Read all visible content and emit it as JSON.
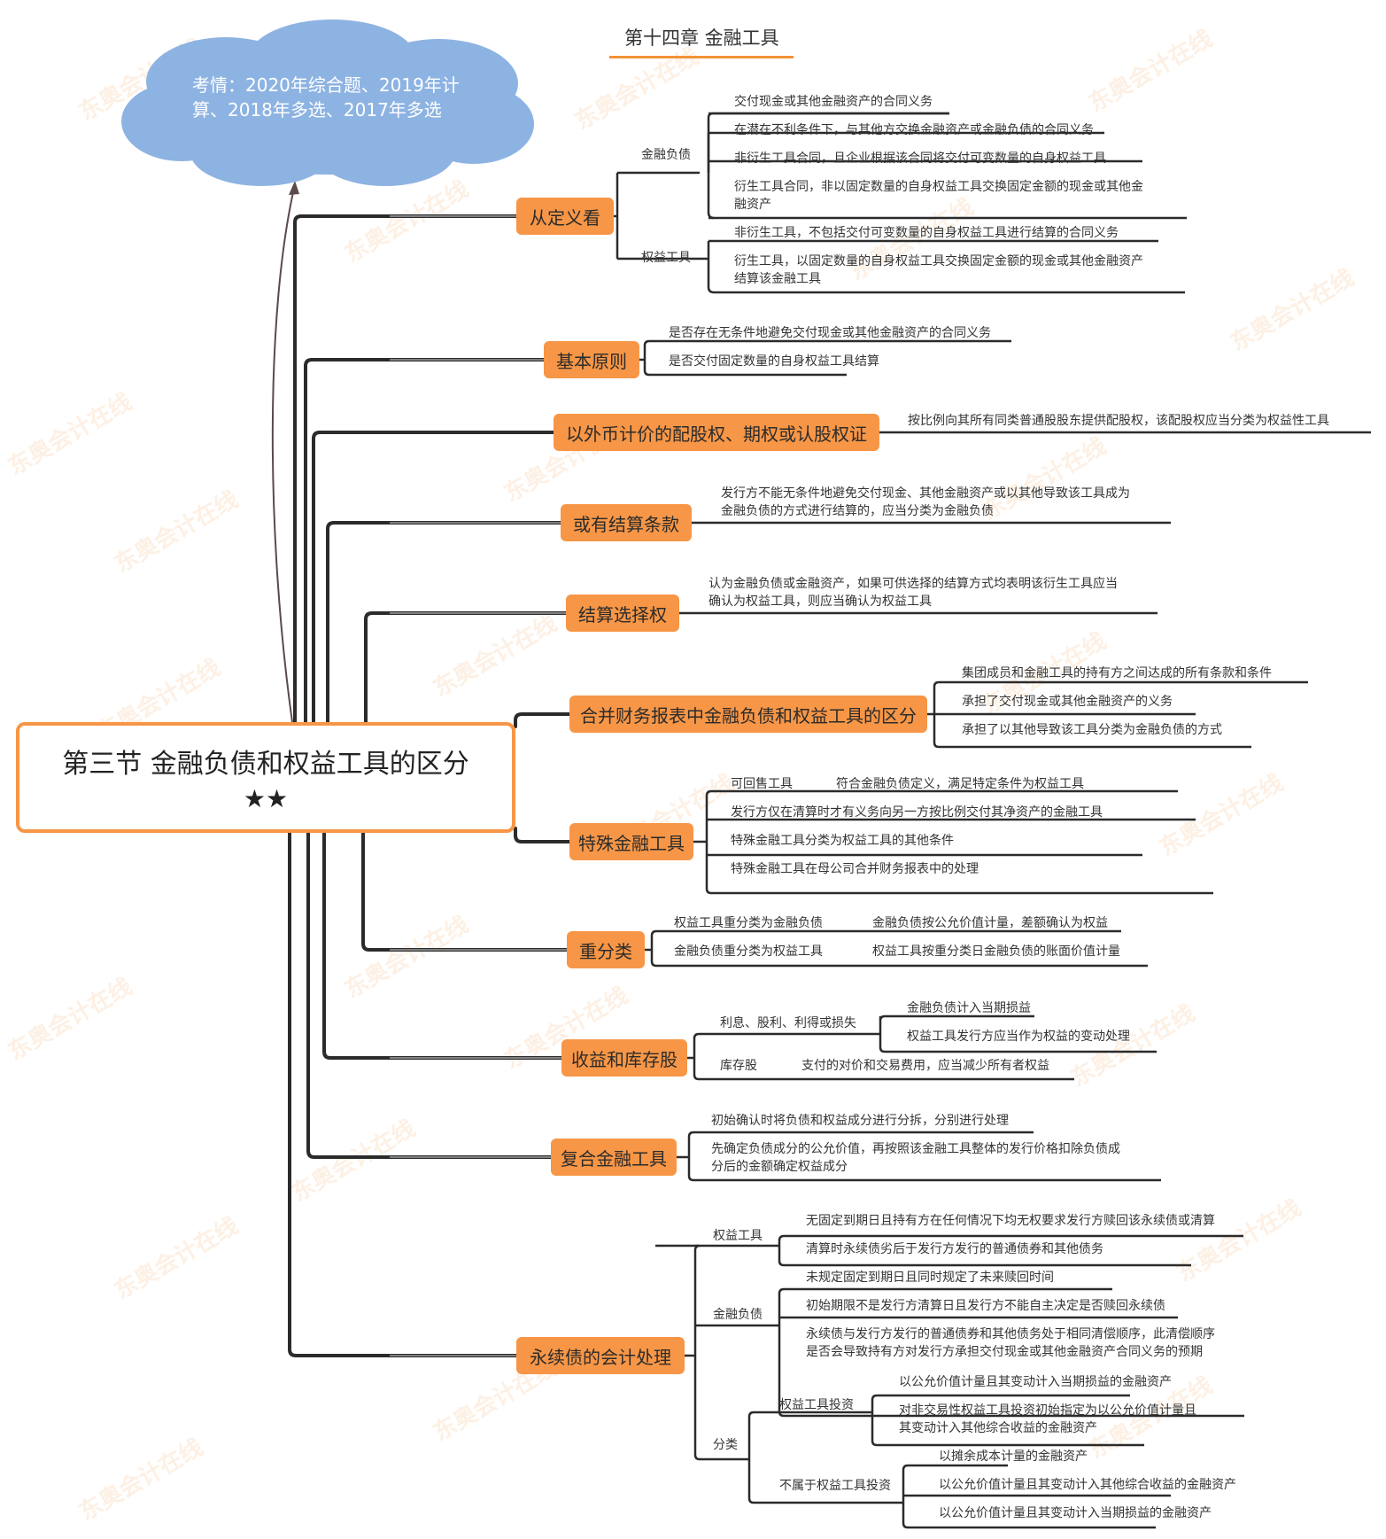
{
  "header": {
    "title": "第十四章 金融工具"
  },
  "exam_note": {
    "line1": "考情：2020年综合题、2019年计",
    "line2": "算、2018年多选、2017年多选",
    "cloud_color": "#8db3e2"
  },
  "root": {
    "title": "第三节 金融负债和权益工具的区分",
    "stars": "★★",
    "border_color": "#f79646"
  },
  "colors": {
    "node_fill": "#f79646",
    "line": "#2b2b2b",
    "connector_gray": "#808080",
    "cloud": "#8db3e2"
  },
  "branches": {
    "definition": {
      "label": "从定义看",
      "financial_liability": {
        "label": "金融负债",
        "items": [
          "交付现金或其他金融资产的合同义务",
          "在潜在不利条件下，与其他方交换金融资产或金融负债的合同义务",
          "非衍生工具合同，且企业根据该合同将交付可变数量的自身权益工具",
          "衍生工具合同，非以固定数量的自身权益工具交换固定金额的现金或其他金",
          "融资产"
        ]
      },
      "equity": {
        "label": "权益工具",
        "items": [
          "非衍生工具，不包括交付可变数量的自身权益工具进行结算的合同义务",
          "衍生工具，以固定数量的自身权益工具交换固定金额的现金或其他金融资产",
          "结算该金融工具"
        ]
      }
    },
    "principles": {
      "label": "基本原则",
      "items": [
        "是否存在无条件地避免交付现金或其他金融资产的合同义务",
        "是否交付固定数量的自身权益工具结算"
      ]
    },
    "foreign_currency": {
      "label": "以外币计价的配股权、期权或认股权证",
      "items": [
        "按比例向其所有同类普通股股东提供配股权，该配股权应当分类为权益性工具"
      ]
    },
    "contingent": {
      "label": "或有结算条款",
      "items": [
        "发行方不能无条件地避免交付现金、其他金融资产或以其他导致该工具成为",
        "金融负债的方式进行结算的，应当分类为金融负债"
      ]
    },
    "settlement_option": {
      "label": "结算选择权",
      "items": [
        "认为金融负债或金融资产，如果可供选择的结算方式均表明该衍生工具应当",
        "确认为权益工具，则应当确认为权益工具"
      ]
    },
    "consolidated": {
      "label": "合并财务报表中金融负债和权益工具的区分",
      "items": [
        "集团成员和金融工具的持有方之间达成的所有条款和条件",
        "承担了交付现金或其他金融资产的义务",
        "承担了以其他导致该工具分类为金融负债的方式"
      ]
    },
    "special": {
      "label": "特殊金融工具",
      "puttable": {
        "label": "可回售工具",
        "detail": "符合金融负债定义，满足特定条件为权益工具"
      },
      "items": [
        "发行方仅在清算时才有义务向另一方按比例交付其净资产的金融工具",
        "特殊金融工具分类为权益工具的其他条件",
        "特殊金融工具在母公司合并财务报表中的处理"
      ]
    },
    "reclassification": {
      "label": "重分类",
      "rows": [
        {
          "label": "权益工具重分类为金融负债",
          "detail": "金融负债按公允价值计量，差额确认为权益"
        },
        {
          "label": "金融负债重分类为权益工具",
          "detail": "权益工具按重分类日金融负债的账面价值计量"
        }
      ]
    },
    "income_treasury": {
      "label": "收益和库存股",
      "interest": {
        "label": "利息、股利、利得或损失",
        "items": [
          "金融负债计入当期损益",
          "权益工具发行方应当作为权益的变动处理"
        ]
      },
      "treasury": {
        "label": "库存股",
        "detail": "支付的对价和交易费用，应当减少所有者权益"
      }
    },
    "compound": {
      "label": "复合金融工具",
      "items": [
        "初始确认时将负债和权益成分进行分拆，分别进行处理",
        "先确定负债成分的公允价值，再按照该金融工具整体的发行价格扣除负债成",
        "分后的金额确定权益成分"
      ]
    },
    "perpetual": {
      "label": "永续债的会计处理",
      "equity": {
        "label": "权益工具",
        "items": [
          "无固定到期日且持有方在任何情况下均无权要求发行方赎回该永续债或清算",
          "清算时永续债劣后于发行方发行的普通债券和其他债务"
        ]
      },
      "liability": {
        "label": "金融负债",
        "items": [
          "未规定固定到期日且同时规定了未来赎回时间",
          "初始期限不是发行方清算日且发行方不能自主决定是否赎回永续债",
          "永续债与发行方发行的普通债券和其他债务处于相同清偿顺序，此清偿顺序",
          "是否会导致持有方对发行方承担交付现金或其他金融资产合同义务的预期"
        ]
      },
      "classification": {
        "label": "分类",
        "equity_investment": {
          "label": "权益工具投资",
          "items": [
            "以公允价值计量且其变动计入当期损益的金融资产",
            "对非交易性权益工具投资初始指定为以公允价值计量且",
            "其变动计入其他综合收益的金融资产"
          ]
        },
        "non_equity_investment": {
          "label": "不属于权益工具投资",
          "items": [
            "以摊余成本计量的金融资产",
            "以公允价值计量且其变动计入其他综合收益的金融资产",
            "以公允价值计量且其变动计入当期损益的金融资产"
          ]
        }
      }
    }
  },
  "watermark": {
    "text": "东奥会计在线",
    "url": "www.dongao.com"
  }
}
